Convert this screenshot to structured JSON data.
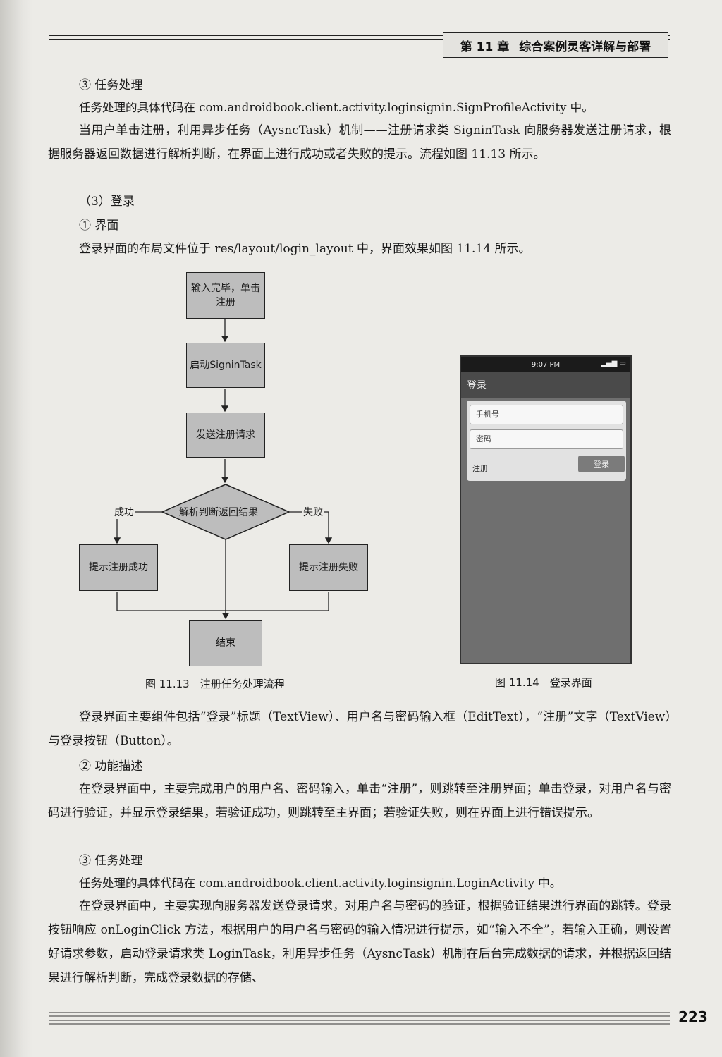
{
  "header": {
    "chapter": "第 11 章",
    "title": "综合案例灵客详解与部署"
  },
  "section1": {
    "heading": "③ 任务处理",
    "line1": "任务处理的具体代码在 com.androidbook.client.activity.loginsignin.SignProfileActivity 中。",
    "para": "当用户单击注册，利用异步任务（AysncTask）机制——注册请求类 SigninTask 向服务器发送注册请求，根据服务器返回数据进行解析判断，在界面上进行成功或者失败的提示。流程如图 11.13 所示。"
  },
  "section2": {
    "heading": "（3）登录",
    "sub": "① 界面",
    "line": "登录界面的布局文件位于 res/layout/login_layout 中，界面效果如图 11.14 所示。"
  },
  "flowchart": {
    "box1": "输入完毕，单击注册",
    "box2": "启动SigninTask",
    "box3": "发送注册请求",
    "decision": "解析判断返回结果",
    "success_label": "成功",
    "fail_label": "失败",
    "box_success": "提示注册成功",
    "box_fail": "提示注册失败",
    "end": "结束",
    "caption": "图 11.13　注册任务处理流程"
  },
  "phone": {
    "time": "9:07 PM",
    "title": "登录",
    "phone_placeholder": "手机号",
    "password_placeholder": "密码",
    "register": "注册",
    "login_button": "登录",
    "caption": "图 11.14　登录界面"
  },
  "section3": {
    "para1": "登录界面主要组件包括“登录”标题（TextView）、用户名与密码输入框（EditText），“注册”文字（TextView）与登录按钮（Button）。",
    "heading2": "② 功能描述",
    "para2": "在登录界面中，主要完成用户的用户名、密码输入，单击“注册”，则跳转至注册界面；单击登录，对用户名与密码进行验证，并显示登录结果，若验证成功，则跳转至主界面；若验证失败，则在界面上进行错误提示。",
    "heading3": "③ 任务处理",
    "line3": "任务处理的具体代码在 com.androidbook.client.activity.loginsignin.LoginActivity 中。",
    "para3": "在登录界面中，主要实现向服务器发送登录请求，对用户名与密码的验证，根据验证结果进行界面的跳转。登录按钮响应 onLoginClick 方法，根据用户的用户名与密码的输入情况进行提示，如“输入不全”，若输入正确，则设置好请求参数，启动登录请求类 LoginTask，利用异步任务（AysncTask）机制在后台完成数据的请求，并根据返回结果进行解析判断，完成登录数据的存储、"
  },
  "page_number": "223"
}
